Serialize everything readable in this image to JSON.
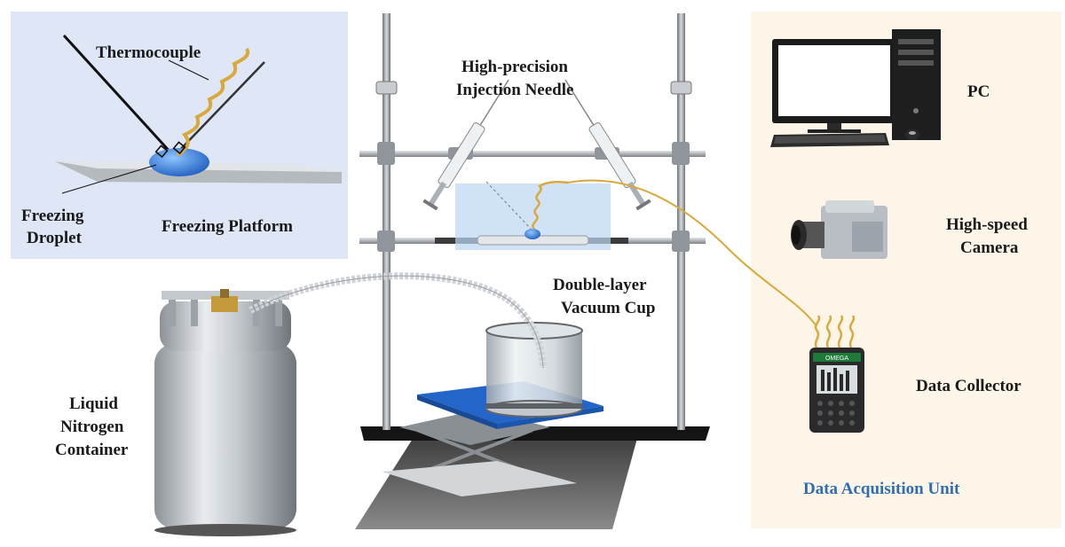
{
  "labels": {
    "thermocouple": "Thermocouple",
    "freezing_droplet_1": "Freezing",
    "freezing_droplet_2": "Droplet",
    "freezing_platform": "Freezing Platform",
    "needle_1": "High-precision",
    "needle_2": "Injection Needle",
    "pc": "PC",
    "camera_1": "High-speed",
    "camera_2": "Camera",
    "data_collector": "Data Collector",
    "data_acquisition_unit": "Data Acquisition Unit",
    "vacuum_cup_1": "Double-layer",
    "vacuum_cup_2": "Vacuum Cup",
    "ln2_1": "Liquid",
    "ln2_2": "Nitrogen",
    "ln2_3": "Container"
  },
  "logger_brand": "OMEGA",
  "colors": {
    "inset_bg": "#dfe6f6",
    "daq_bg": "#fdf6e8",
    "droplet": "#2e78d4",
    "thermocouple_wire": "#d9a93c",
    "platform_blue": "#2465c9",
    "label_blue": "#2f6db5"
  }
}
